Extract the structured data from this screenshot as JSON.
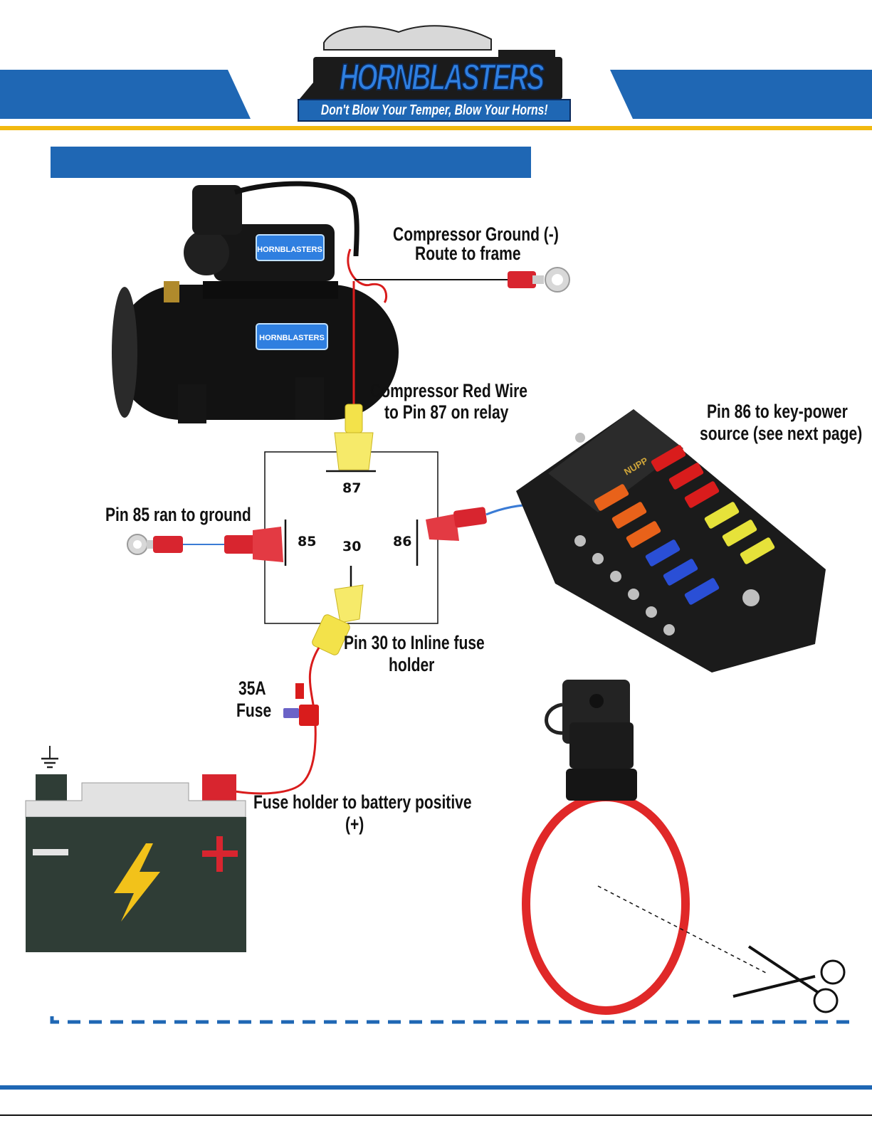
{
  "header": {
    "logo_text": "HORNBLASTERS",
    "tagline": "Don't Blow Your Temper, Blow Your Horns!",
    "colors": {
      "brand_blue": "#1f67b4",
      "gold": "#f2b90f"
    }
  },
  "section_title": "",
  "labels": {
    "ground_1": "Compressor Ground (-)",
    "ground_2": "Route to frame",
    "red_wire_1": "Compressor Red Wire",
    "red_wire_2": "to Pin 87 on relay",
    "pin86_1": "Pin 86 to key-power",
    "pin86_2": "source (see next page)",
    "pin85": "Pin 85 ran to ground",
    "pin30_1": "Pin 30 to Inline fuse",
    "pin30_2": "holder",
    "fuse_1": "35A",
    "fuse_2": "Fuse",
    "battery_1": "Fuse holder to battery positive",
    "battery_2": "(+)"
  },
  "relay": {
    "pin_87": "87",
    "pin_85": "85",
    "pin_30": "30",
    "pin_86": "86"
  },
  "images": {
    "compressor_brand": "HORNBLASTERS",
    "fuse_block_brand": "NUPP",
    "battery_minus": "−",
    "battery_plus": "+",
    "scissors_icon": "✂"
  }
}
